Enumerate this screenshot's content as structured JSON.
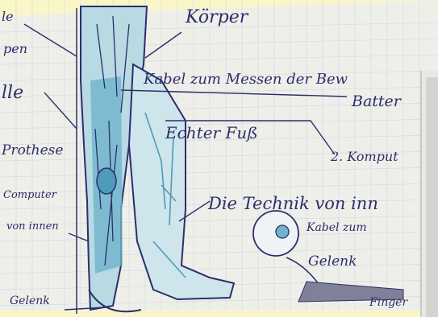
{
  "colors": {
    "page_border": "#fbf6c8",
    "paper": "#f1f1ee",
    "grid": "#d9dbe3",
    "ink": "#2b2f6a",
    "shading": "#5aa8c6",
    "photo": "#d9d9d6"
  },
  "labels": {
    "koerper": "Körper",
    "kabel_messen": "Kabel zum Messen der Bew",
    "batterie": "Batter",
    "echter_fuss": "Echter Fuß",
    "computer2": "2. Komput",
    "technik": "Die Technik von inn",
    "kabel_zum": "Kabel zum",
    "gelenk_right": "Gelenk",
    "finger": "Finger",
    "left_top": "le",
    "left_pen": "pen",
    "left_lle": "lle",
    "prothese": "Prothese",
    "computer_left": "Computer",
    "von_innen": "von innen",
    "gelenk_left": "Gelenk"
  }
}
